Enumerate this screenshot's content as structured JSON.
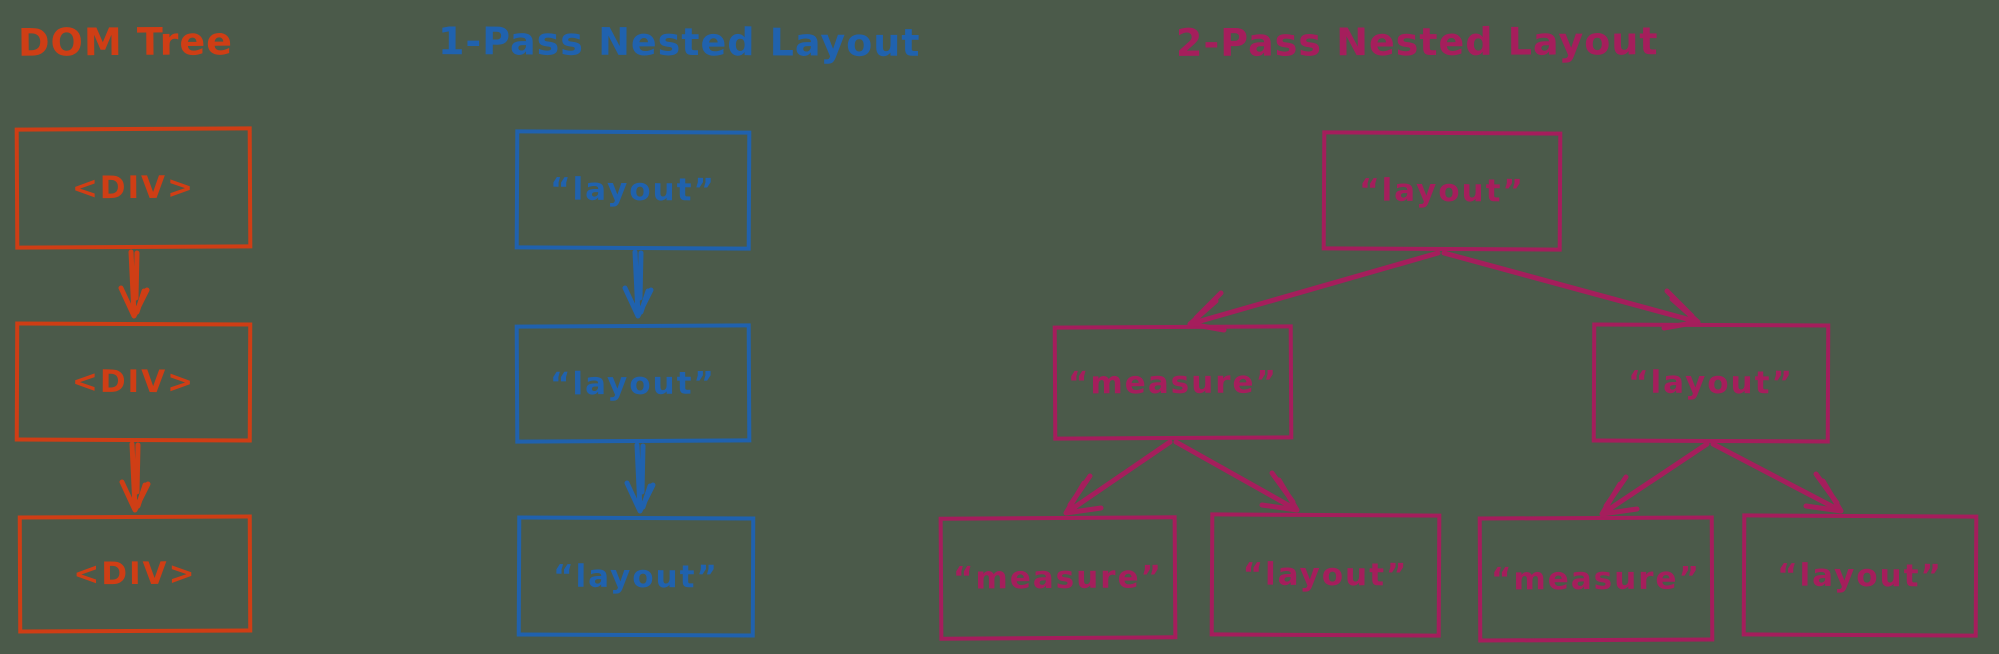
{
  "colors": {
    "background": "#4b5a4a",
    "dom": "#cf3e15",
    "onepass": "#2062ae",
    "twopass": "#a51e5c"
  },
  "dom": {
    "title": "DOM Tree",
    "node1": "<DIV>",
    "node2": "<DIV>",
    "node3": "<DIV>"
  },
  "onepass": {
    "title": "1-Pass Nested Layout",
    "node1": "“layout”",
    "node2": "“layout”",
    "node3": "“layout”"
  },
  "twopass": {
    "title": "2-Pass Nested Layout",
    "root": "“layout”",
    "left": "“measure”",
    "right": "“layout”",
    "leftleft": "“measure”",
    "leftright": "“layout”",
    "rightleft": "“measure”",
    "rightright": "“layout”"
  }
}
